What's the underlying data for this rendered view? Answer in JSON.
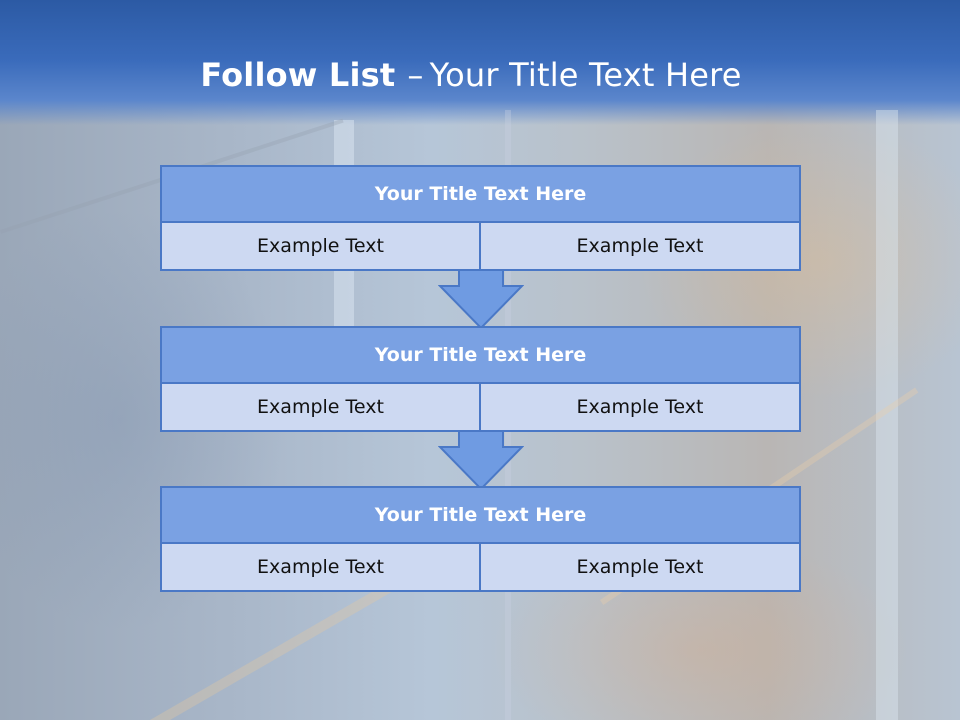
{
  "slide": {
    "title_bold": "Follow List",
    "title_separator": "–",
    "title_rest": "Your Title Text Here"
  },
  "stages": [
    {
      "title": "Your Title Text Here",
      "left_text": "Example Text",
      "right_text": "Example Text"
    },
    {
      "title": "Your Title Text Here",
      "left_text": "Example Text",
      "right_text": "Example Text"
    },
    {
      "title": "Your Title Text Here",
      "left_text": "Example Text",
      "right_text": "Example Text"
    }
  ],
  "colors": {
    "header_band": "#2c5aa4",
    "stage_head_fill": "#7aa1e3",
    "stage_cell_fill": "#cdd9f2",
    "stage_border": "#4a78c6",
    "arrow_fill": "#6f9be2"
  },
  "icons": {
    "connector": "down-arrow-icon"
  }
}
